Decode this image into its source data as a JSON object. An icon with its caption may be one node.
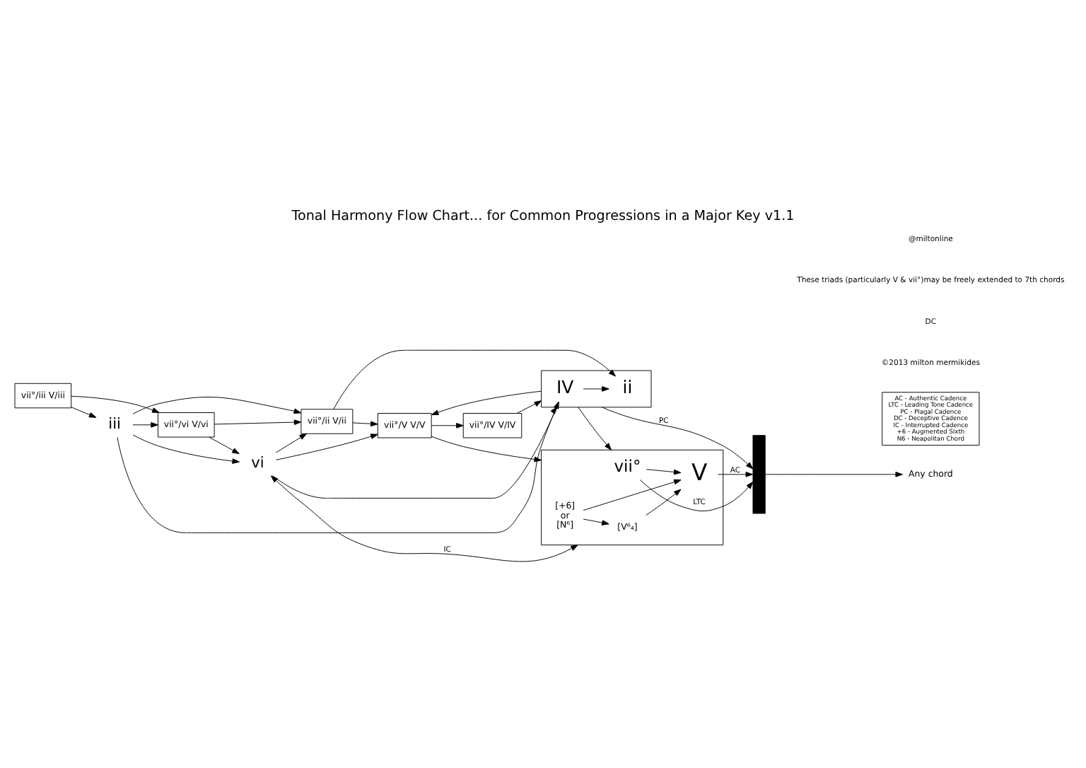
{
  "diagram": {
    "title": "Tonal Harmony Flow Chart... for Common Progressions in a Major Key v1.1",
    "nodes": [
      {
        "text": [
          "vii°/iii V/iii"
        ]
      },
      {
        "text": [
          "vii°/vi V/vi"
        ]
      },
      {
        "text": [
          "vii°/ii V/ii"
        ]
      },
      {
        "text": [
          "vii°/V V/V"
        ]
      },
      {
        "text": [
          "vii°/IV V/IV"
        ]
      },
      {
        "text": [
          "iii"
        ]
      },
      {
        "text": [
          "vi"
        ]
      },
      {
        "text": [],
        "shape": "box"
      },
      {
        "text": [
          "IV"
        ],
        "in": 7
      },
      {
        "text": [
          "ii"
        ],
        "in": 7
      },
      {
        "text": [],
        "shape": "box"
      },
      {
        "text": [
          "vii°"
        ],
        "in": 10
      },
      {
        "text": [
          "[V⁶₄]"
        ],
        "in": 10
      },
      {
        "text": [
          "[+6]",
          "or",
          "[N⁶]"
        ],
        "in": 10
      },
      {
        "text": [
          "V"
        ],
        "in": 10
      },
      {
        "text": [],
        "shape": "bar"
      },
      {
        "text": [
          "Any chord"
        ]
      },
      {
        "text": [
          "AC - Authentic Cadence",
          "LTC - Leading Tone Cadence",
          "PC - Plagal Cadence",
          "DC - Deceptive Cadence",
          "IC - Interrupted Cadence",
          "+6 - Augmented Sixth",
          "N6 - Neapolitan Chord"
        ]
      }
    ],
    "edges": [
      {
        "from": 0,
        "to": 1,
        "arrow": "to"
      },
      {
        "from": 1,
        "to": 2,
        "arrow": "to"
      },
      {
        "from": 2,
        "to": 3,
        "arrow": "to"
      },
      {
        "from": 3,
        "to": 4,
        "arrow": "to"
      },
      {
        "from": 0,
        "to": 5,
        "arrow": "to"
      },
      {
        "from": 5,
        "to": 1,
        "arrow": "to"
      },
      {
        "from": 1,
        "to": 6,
        "arrow": "to"
      },
      {
        "from": 6,
        "to": 2,
        "arrow": "to"
      },
      {
        "from": 5,
        "to": 2,
        "arrow": "to"
      },
      {
        "from": 6,
        "to": 3,
        "arrow": "to"
      },
      {
        "from": 5,
        "to": 8,
        "arrow": "to"
      },
      {
        "from": 5,
        "to": 6,
        "arrow": "to"
      },
      {
        "from": 6,
        "to": 7,
        "arrow": "to"
      },
      {
        "from": 2,
        "to": 9,
        "arrow": "to"
      },
      {
        "from": 4,
        "to": 7,
        "arrow": "to"
      },
      {
        "from": 8,
        "to": 9,
        "arrow": "to"
      },
      {
        "from": 7,
        "to": 3,
        "arrow": "to"
      },
      {
        "from": 3,
        "to": 10,
        "arrow": "to"
      },
      {
        "from": 7,
        "to": 15,
        "arrow": "to",
        "label": "PC"
      },
      {
        "from": 7,
        "to": 10,
        "arrow": "to"
      },
      {
        "from": 11,
        "to": 14,
        "arrow": "to"
      },
      {
        "from": 13,
        "to": 12,
        "arrow": "to"
      },
      {
        "from": 12,
        "to": 14,
        "arrow": "to"
      },
      {
        "from": 13,
        "to": 14,
        "arrow": "to"
      },
      {
        "from": 11,
        "to": 15,
        "arrow": "to",
        "label": "LTC"
      },
      {
        "from": 14,
        "to": 15,
        "arrow": "to",
        "label": "AC"
      },
      {
        "from": 15,
        "to": 16,
        "arrow": "to"
      },
      {
        "from": 10,
        "to": 6,
        "arrow": "both",
        "label": "IC"
      }
    ],
    "labels": [
      "©2013 milton mermikides",
      "DC",
      "These triads (particularly V & vii°)may be freely extended to 7th chords",
      "@miltonline"
    ]
  }
}
